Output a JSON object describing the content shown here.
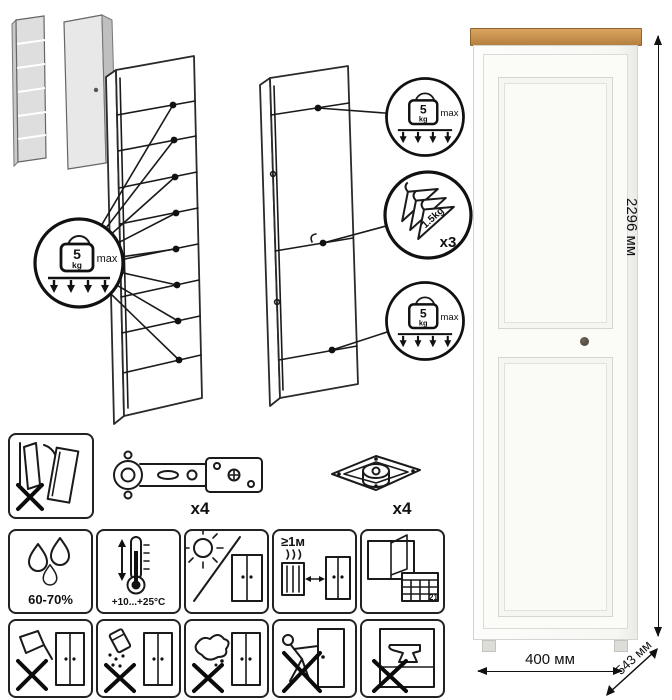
{
  "product": {
    "dimensions": {
      "height": "2296 мм",
      "width": "400 мм",
      "depth": "543 мм"
    }
  },
  "load_badges": {
    "shelf": {
      "value": "5",
      "unit": "kg",
      "limit": "max"
    },
    "top": {
      "value": "5",
      "unit": "kg",
      "limit": "max"
    },
    "bottom": {
      "value": "5",
      "unit": "kg",
      "limit": "max"
    },
    "hanger": {
      "value": "1.5kg",
      "count": "x3"
    }
  },
  "hardware": {
    "hinges": "x4",
    "legs": "x4"
  },
  "care": {
    "humidity": "60-70%",
    "temperature": "+10...+25°С",
    "min_distance": "≥1м",
    "calendar_day": "21"
  },
  "colors": {
    "wood_top": "#bf8a48",
    "cabinet_body": "#fbfbf8",
    "line": "#1a1a1a",
    "knob": "#463f37"
  }
}
